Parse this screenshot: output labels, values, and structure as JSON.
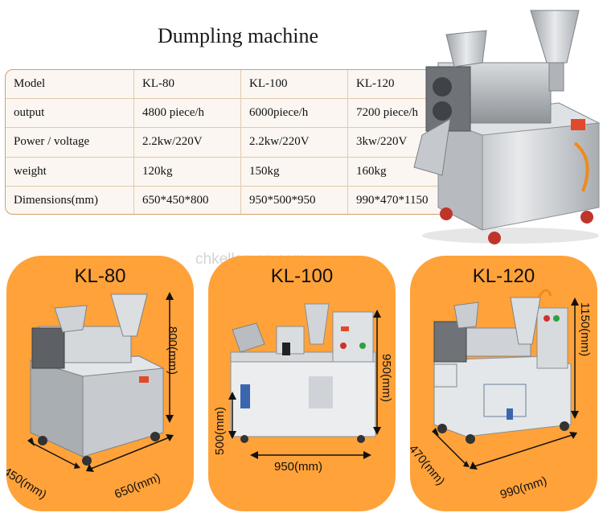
{
  "title": "Dumpling machine",
  "table": {
    "rows": [
      [
        "Model",
        "KL-80",
        "KL-100",
        "KL-120"
      ],
      [
        "output",
        "4800 piece/h",
        "6000piece/h",
        "7200 piece/h"
      ],
      [
        "Power / voltage",
        "2.2kw/220V",
        "2.2kw/220V",
        "3kw/220V"
      ],
      [
        "weight",
        "120kg",
        "150kg",
        "160kg"
      ],
      [
        "Dimensions(mm)",
        "650*450*800",
        "950*500*950",
        "990*470*1150"
      ]
    ]
  },
  "watermark": "chkellen.en.com",
  "cards": [
    {
      "label": "KL-80",
      "height": "800(mm)",
      "depth": "450(mm)",
      "width": "650(mm)"
    },
    {
      "label": "KL-100",
      "height": "950(mm)",
      "depth": "500(mm)",
      "width": "950(mm)"
    },
    {
      "label": "KL-120",
      "height": "1150(mm)",
      "depth": "470(mm)",
      "width": "990(mm)"
    }
  ],
  "colors": {
    "card": "#ffa23a",
    "steel": "#c9ccd0",
    "table_border": "#d0a070"
  }
}
